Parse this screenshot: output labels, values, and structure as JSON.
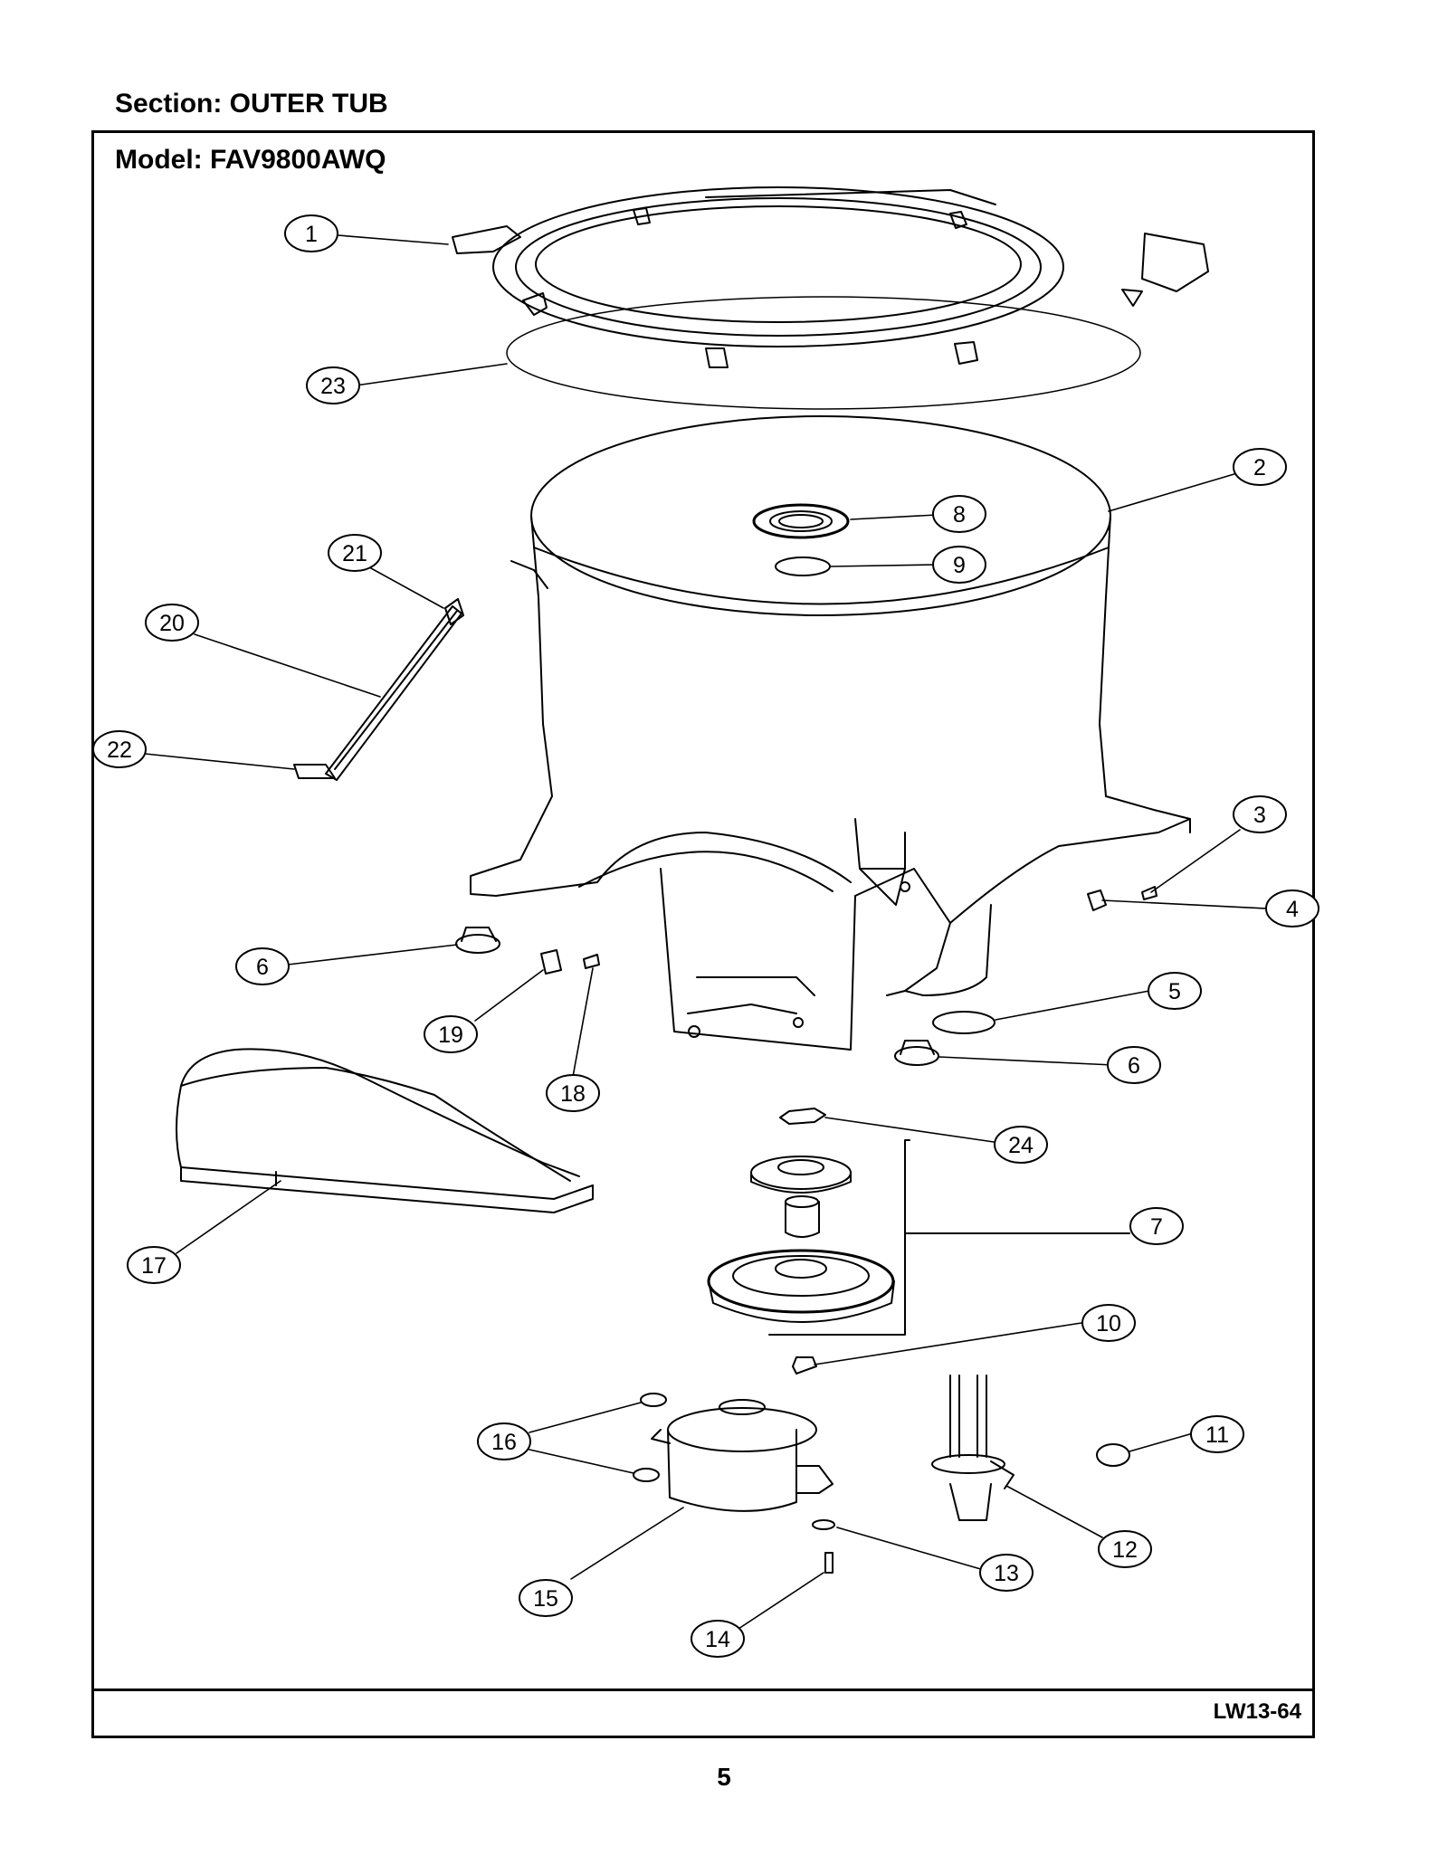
{
  "header": {
    "section": "Section:  OUTER TUB",
    "model": "Model:  FAV9800AWQ"
  },
  "footer": {
    "drawing_code": "LW13-64",
    "page_number": "5"
  },
  "callouts": [
    {
      "id": "c1",
      "label": "1"
    },
    {
      "id": "c23",
      "label": "23"
    },
    {
      "id": "c2",
      "label": "2"
    },
    {
      "id": "c8",
      "label": "8"
    },
    {
      "id": "c9",
      "label": "9"
    },
    {
      "id": "c21",
      "label": "21"
    },
    {
      "id": "c20",
      "label": "20"
    },
    {
      "id": "c22",
      "label": "22"
    },
    {
      "id": "c3",
      "label": "3"
    },
    {
      "id": "c4",
      "label": "4"
    },
    {
      "id": "c6a",
      "label": "6"
    },
    {
      "id": "c19",
      "label": "19"
    },
    {
      "id": "c18",
      "label": "18"
    },
    {
      "id": "c5",
      "label": "5"
    },
    {
      "id": "c6b",
      "label": "6"
    },
    {
      "id": "c17",
      "label": "17"
    },
    {
      "id": "c24",
      "label": "24"
    },
    {
      "id": "c7",
      "label": "7"
    },
    {
      "id": "c10",
      "label": "10"
    },
    {
      "id": "c11",
      "label": "11"
    },
    {
      "id": "c16",
      "label": "16"
    },
    {
      "id": "c12",
      "label": "12"
    },
    {
      "id": "c13",
      "label": "13"
    },
    {
      "id": "c15",
      "label": "15"
    },
    {
      "id": "c14",
      "label": "14"
    }
  ]
}
